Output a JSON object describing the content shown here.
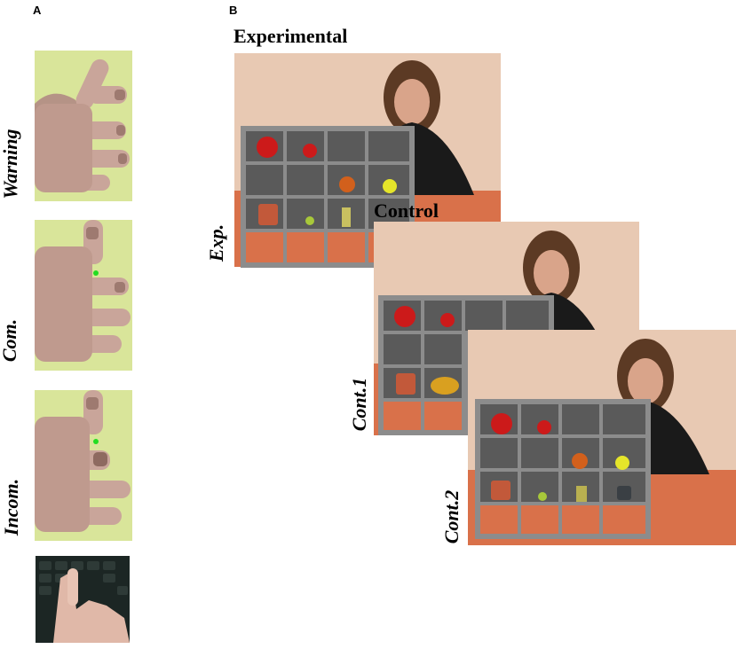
{
  "panels": {
    "a_letter": "A",
    "b_letter": "B"
  },
  "panel_a": {
    "label_warning": "Warning",
    "label_com": "Com.",
    "label_incom": "Incom."
  },
  "panel_b": {
    "heading_experimental": "Experimental",
    "heading_control": "Control",
    "label_exp": "Exp.",
    "label_cont1": "Cont.1",
    "label_cont2": "Cont.2"
  },
  "colors": {
    "hand_bg": "#d9e59a",
    "skin": "#c9a59a",
    "wall": "#e8c9b3",
    "table": "#d9714a",
    "shelf_frame": "#8c8c8c",
    "shelf_back": "#5a5a5a",
    "green_dot": "#22dd22",
    "keyboard": "#1c2624"
  },
  "icons": {
    "apple": "apple-icon",
    "ball": "basketball-icon",
    "tennis": "tennis-ball-icon",
    "mug": "mug-icon",
    "candle": "candle-icon"
  }
}
